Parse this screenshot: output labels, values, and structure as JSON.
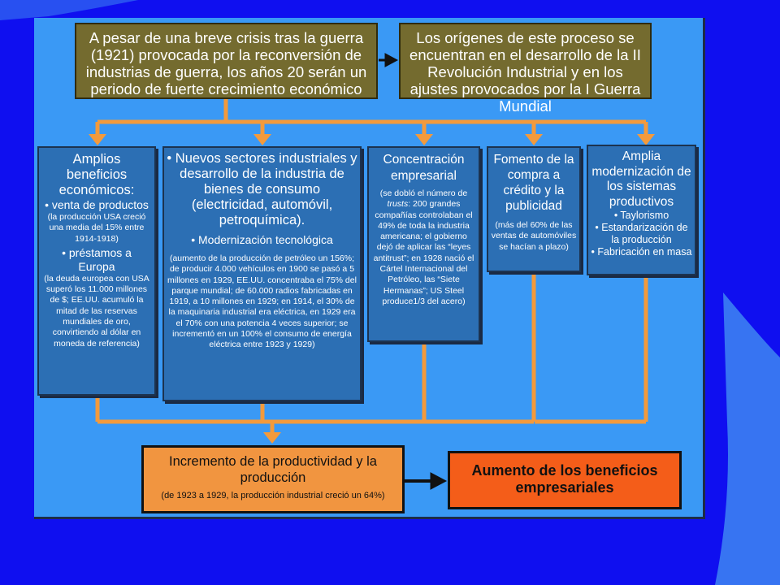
{
  "colors": {
    "slide_background": "#0f0ff0",
    "panel": "#3a99f5",
    "olive_box": "#746b2f",
    "blue_box": "#2c6fb4",
    "connector": "#f39a3c",
    "result_box": "#f19540",
    "final_box": "#f45d19"
  },
  "top": {
    "left": "A pesar de una breve crisis tras la guerra (1921) provocada por la reconversión de industrias de guerra, los años 20 serán un periodo de fuerte crecimiento económico",
    "right": "Los orígenes de este proceso se encuentran en el desarrollo de la II Revolución Industrial y en los ajustes provocados por la I Guerra Mundial"
  },
  "col1": {
    "title": "Amplios beneficios económicos:",
    "b1": "• venta de productos",
    "b1_detail": "(la producción USA creció una media del 15% entre 1914-1918)",
    "b2": "• préstamos a Europa",
    "b2_detail": "(la deuda europea con USA superó los 11.000 millones de $; EE.UU. acumuló la mitad de las reservas mundiales de oro, convirtiendo al dólar en moneda de referencia)"
  },
  "col2": {
    "b1": "• Nuevos sectores industriales y desarrollo de la industria de bienes de consumo (electricidad, automóvil, petroquímica).",
    "b2": "• Modernización tecnológica",
    "detail": "(aumento de la producción de petróleo un 156%; de producir 4.000 vehículos en 1900 se pasó a 5 millones en 1929, EE.UU. concentraba el 75% del parque mundial; de 60.000 radios fabricadas en 1919, a 10 millones en 1929; en 1914, el 30% de la maquinaria industrial era eléctrica, en 1929 era el 70% con una potencia 4 veces superior; se incrementó en un 100% el consumo de energía eléctrica entre 1923 y 1929)"
  },
  "col3": {
    "title": "Concentración empresarial",
    "detail_a": "(se dobló el número de ",
    "detail_trusts": "trusts",
    "detail_b": ": 200 grandes compañías controlaban el 49% de toda la industria americana; el gobierno dejó de aplicar las “leyes antitrust”; en 1928 nació el Cártel Internacional del Petróleo, las “Siete Hermanas”; US Steel produce1/3 del acero)"
  },
  "col4": {
    "title": "Fomento de la compra a crédito y la publicidad",
    "detail": "(más del 60% de las ventas de automóviles se hacían a plazo)"
  },
  "col5": {
    "title": "Amplia modernización de los sistemas productivos",
    "items": [
      "• Taylorismo",
      "• Estandarización de la producción",
      "• Fabricación en masa"
    ]
  },
  "bottom": {
    "result_title": "Incremento de la productividad y la producción",
    "result_detail": "(de 1923 a 1929, la producción industrial creció un 64%)",
    "final": "Aumento de los beneficios empresariales"
  }
}
